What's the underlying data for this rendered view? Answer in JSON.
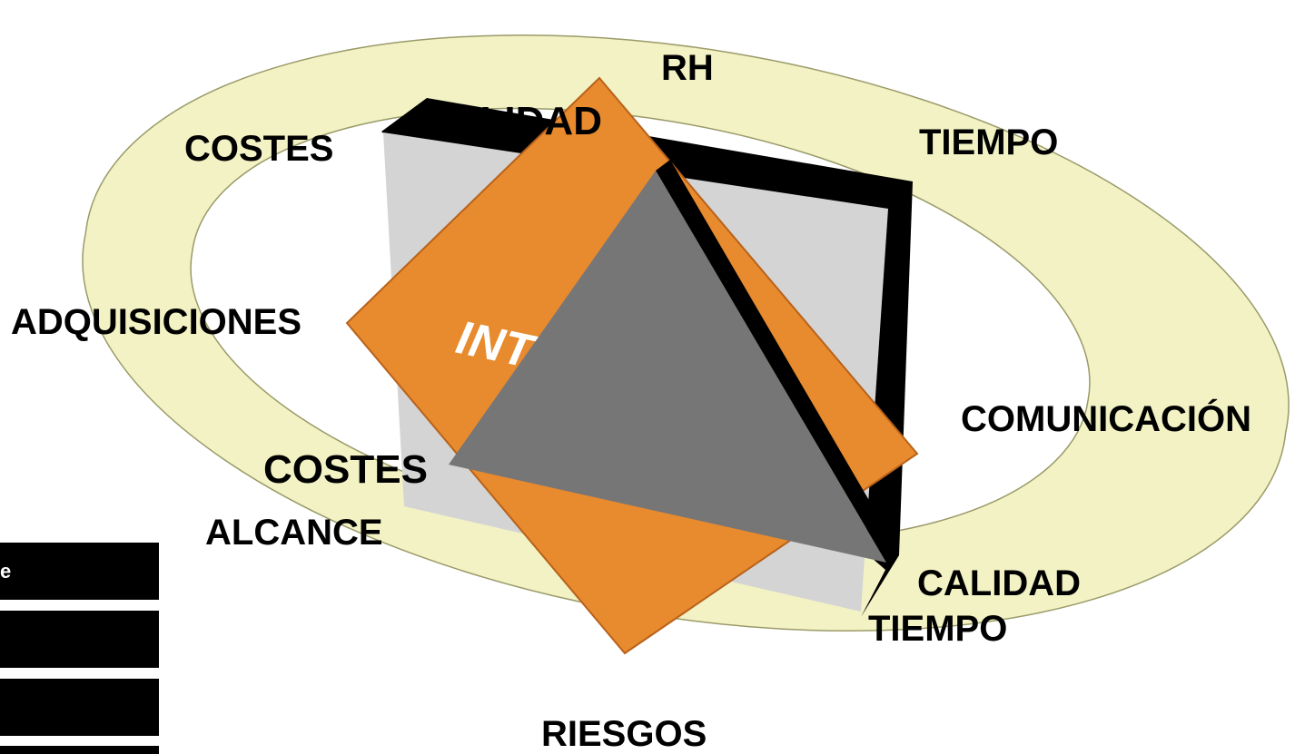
{
  "diagram": {
    "labels": {
      "rh": "RH",
      "calidad_top": "CALIDAD",
      "costes_top": "COSTES",
      "tiempo_top": "TIEMPO",
      "adquisiciones": "ADQUISICIONES",
      "integracion_partial": "INT",
      "comunicacion": "COMUNICACIÓN",
      "costes_inner": "COSTES",
      "alcance": "ALCANCE",
      "calidad_bottom": "CALIDAD",
      "tiempo_bottom": "TIEMPO",
      "riesgos": "RIESGOS"
    },
    "colors": {
      "ring": "#f2f2c4",
      "ring_stroke": "#9a9a6a",
      "square_face": "#d4d4d4",
      "square_edge": "#000000",
      "diamond": "#e88a2e",
      "diamond_stroke": "#b8621a",
      "triangle": "#767676",
      "triangle_edge": "#000000",
      "int_text": "#ffffff"
    }
  },
  "sidebar": {
    "items": [
      {
        "label": "e"
      },
      {
        "label": ""
      },
      {
        "label": ""
      },
      {
        "label": ""
      }
    ]
  }
}
